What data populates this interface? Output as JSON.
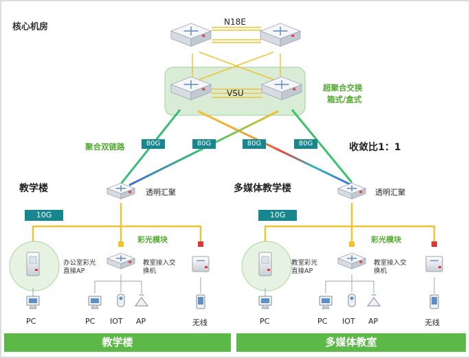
{
  "core_room": {
    "title": "核心机房",
    "stack_label": "N18E",
    "vsu_label": "VSU",
    "switch_desc_line1": "超聚合交换",
    "switch_desc_line2": "箱式/盒式"
  },
  "uplinks": {
    "aggregation_label": "聚合双链路",
    "ratio_label": "收敛比1：1",
    "bandwidth": [
      "80G",
      "80G",
      "80G",
      "80G"
    ]
  },
  "teaching_building": {
    "title": "教学楼",
    "agg_switch_label": "透明汇聚",
    "bandwidth": "10G",
    "module_label": "彩光模块",
    "office_ap_label": "办公室彩光直接AP",
    "access_switch_label": "教室接入交换机",
    "devices": [
      "PC",
      "PC",
      "IOT",
      "AP",
      "无线"
    ],
    "footer": "教学楼"
  },
  "media_building": {
    "title": "多媒体教学楼",
    "agg_switch_label": "透明汇聚",
    "bandwidth": "10G",
    "module_label": "彩光模块",
    "classroom_ap_label": "教室彩光直接AP",
    "access_switch_label": "教室接入交换机",
    "devices": [
      "PC",
      "PC",
      "IOT",
      "AP",
      "无线"
    ],
    "footer": "多媒体教室"
  },
  "colors": {
    "fiber_yellow": "#f2c22e",
    "teal": "#17868f",
    "green": "#5cb947",
    "vsu_box": "#d9ecd6"
  }
}
